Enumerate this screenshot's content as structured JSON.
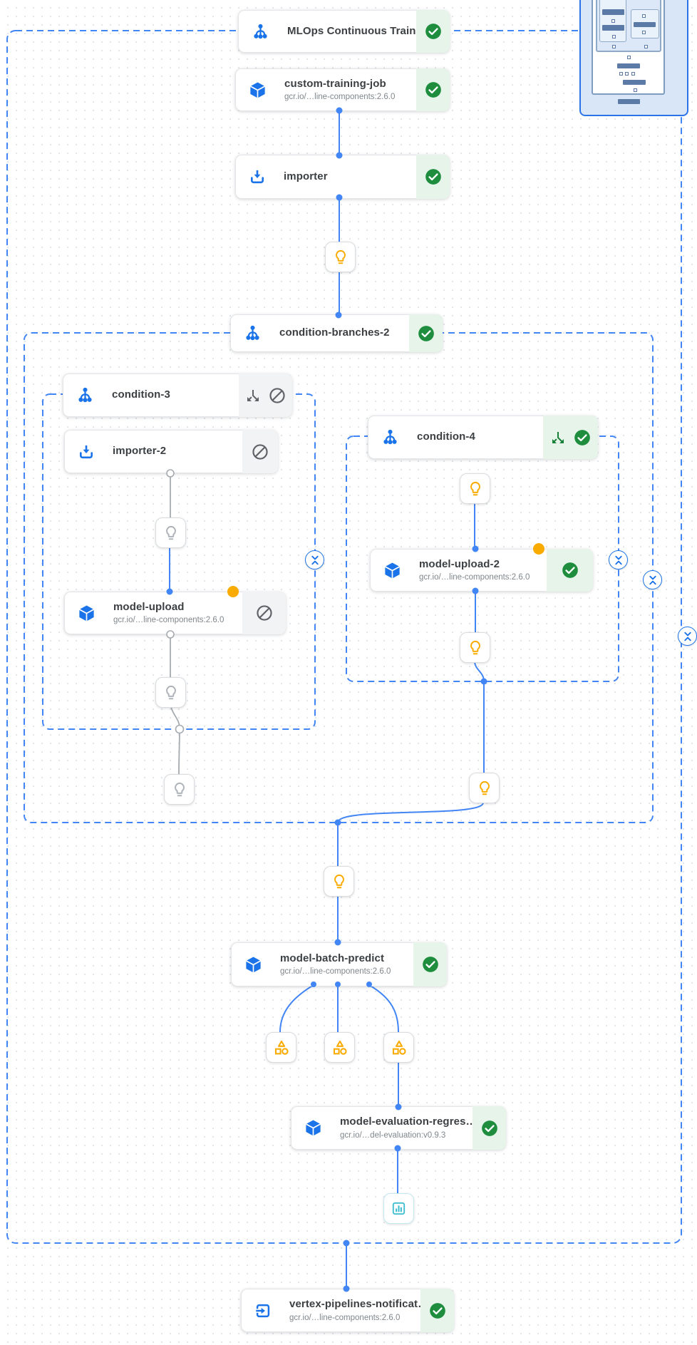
{
  "pipeline": {
    "root_title": "MLOps Continuous Traini…",
    "groups": [
      "condition-branches-2",
      "condition-3",
      "condition-4"
    ]
  },
  "nodes": {
    "mlops": {
      "title": "MLOps Continuous Traini…",
      "status": "succeeded"
    },
    "custom_training_job": {
      "title": "custom-training-job",
      "subtitle": "gcr.io/…line-components:2.6.0",
      "status": "succeeded"
    },
    "importer": {
      "title": "importer",
      "status": "succeeded"
    },
    "condition_branches_2": {
      "title": "condition-branches-2",
      "status": "succeeded"
    },
    "condition_3": {
      "title": "condition-3",
      "status": "skipped"
    },
    "importer_2": {
      "title": "importer-2",
      "status": "skipped"
    },
    "model_upload": {
      "title": "model-upload",
      "subtitle": "gcr.io/…line-components:2.6.0",
      "status": "skipped"
    },
    "condition_4": {
      "title": "condition-4",
      "status": "succeeded"
    },
    "model_upload_2": {
      "title": "model-upload-2",
      "subtitle": "gcr.io/…line-components:2.6.0",
      "status": "succeeded"
    },
    "model_batch_predict": {
      "title": "model-batch-predict",
      "subtitle": "gcr.io/…line-components:2.6.0",
      "status": "succeeded"
    },
    "model_evaluation": {
      "title": "model-evaluation-regres…",
      "subtitle": "gcr.io/…del-evaluation:v0.9.3",
      "status": "succeeded"
    },
    "vertex_pipelines_notification": {
      "title": "vertex-pipelines-notificat…",
      "subtitle": "gcr.io/…line-components:2.6.0",
      "status": "succeeded"
    }
  },
  "icons": {
    "condition_header": "branch-icon",
    "container_component": "cube-icon",
    "importer_component": "download-icon",
    "exit_handler": "exit-to-app-icon",
    "artifact": "lightbulb-icon",
    "metrics_artifact": "category-icon",
    "evaluation_artifact": "bar-chart-icon",
    "status_succeeded": "check-circle-icon",
    "status_skipped": "blocked-icon",
    "sub_dag": "split-arrows-icon",
    "collapse": "unfold-less-icon"
  },
  "colors": {
    "edge_blue": "#4285f4",
    "edge_gray": "#a6abb0",
    "icon_blue": "#1a73e8",
    "success_green": "#1e8e3e",
    "success_bg": "#e6f4ea",
    "skipped_gray": "#5f6368",
    "skipped_bg": "#f1f3f4",
    "artifact_amber": "#f9ab00",
    "evaluation_teal": "#3fbdd1",
    "dashed_border": "#4285f4"
  }
}
